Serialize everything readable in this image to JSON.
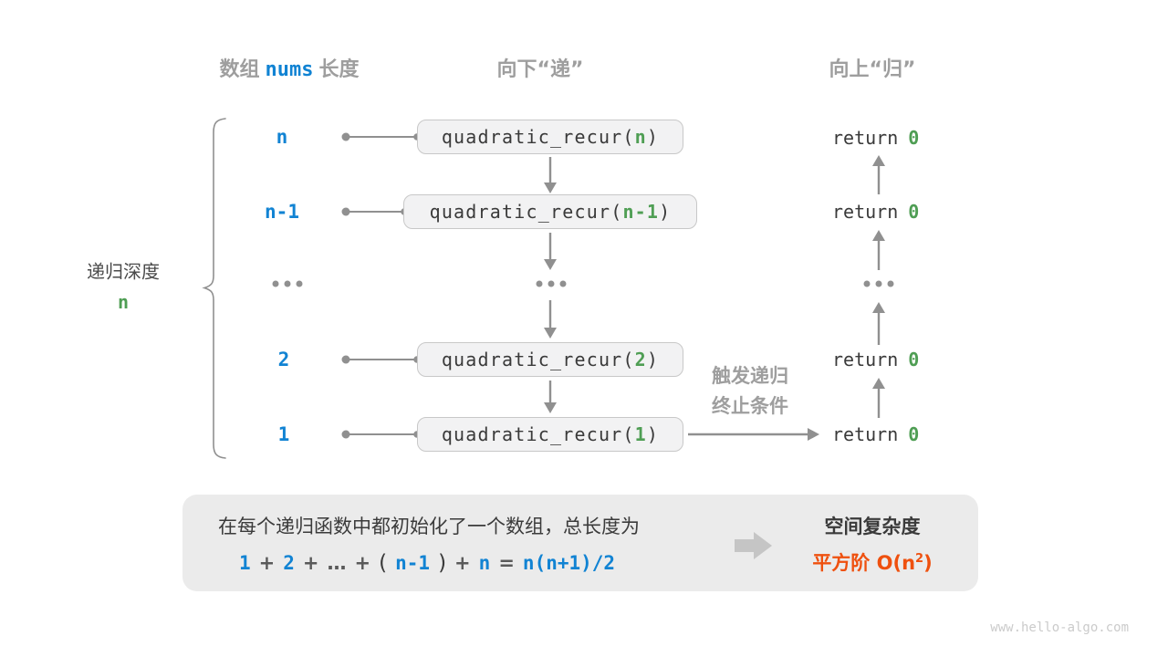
{
  "colors": {
    "blue": "#1183d3",
    "green": "#4f9e54",
    "orange": "#ef500e",
    "header_gray": "#9e9e9e",
    "dark_text": "#3a3a3a",
    "box_bg": "#f2f2f3",
    "box_border": "#c8c8c8",
    "panel_bg": "#ebebeb",
    "arrow_gray": "#909090"
  },
  "headers": {
    "array_label_pre": "数组",
    "array_label_code": "nums",
    "array_label_post": "长度",
    "descend": "向下“递”",
    "ascend": "向上“归”"
  },
  "depth_brace": {
    "label": "递归深度",
    "value": "n"
  },
  "call_stack": {
    "func_prefix": "quadratic_recur(",
    "func_suffix": ")",
    "rows": [
      {
        "depth": "n",
        "arg": "n",
        "return_kw": "return",
        "return_val": "0"
      },
      {
        "depth": "n-1",
        "arg": "n-1",
        "return_kw": "return",
        "return_val": "0"
      },
      {
        "depth": "2",
        "arg": "2",
        "return_kw": "return",
        "return_val": "0"
      },
      {
        "depth": "1",
        "arg": "1",
        "return_kw": "return",
        "return_val": "0"
      }
    ]
  },
  "base_case_note": {
    "line1": "触发递归",
    "line2": "终止条件"
  },
  "summary": {
    "description": "在每个递归函数中都初始化了一个数组，总长度为",
    "formula": {
      "term1": "1",
      "plus": "+",
      "term2": "2",
      "ellipsis": "…",
      "open_paren": "(",
      "term3": "n-1",
      "close_paren": ")",
      "term4": "n",
      "equals": "=",
      "result": "n(n+1)/2"
    },
    "complexity_title": "空间复杂度",
    "complexity_prefix": "平方阶 O(n",
    "complexity_sup": "2",
    "complexity_suffix": ")"
  },
  "watermark": "www.hello-algo.com"
}
